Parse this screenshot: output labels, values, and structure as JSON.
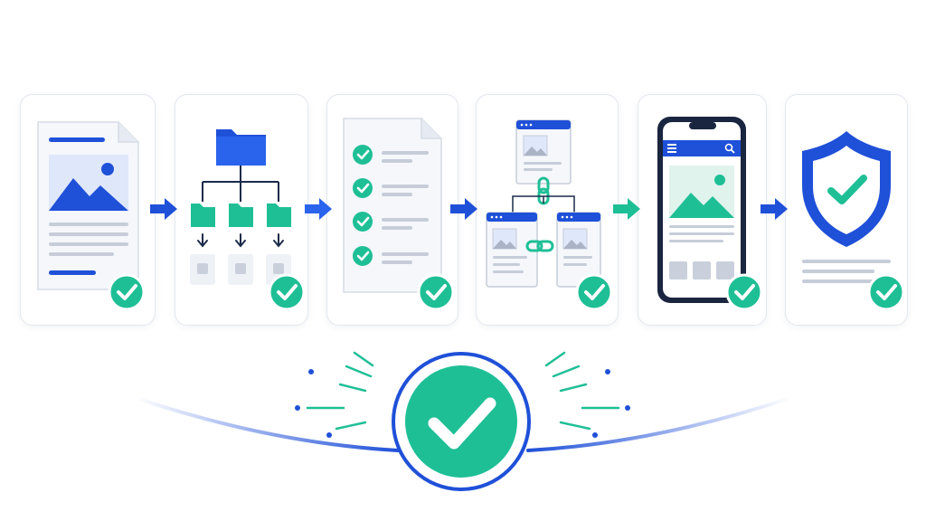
{
  "colors": {
    "brand_blue": "#1f50d8",
    "light_blue": "#dfe7fb",
    "teal": "#1fbf96",
    "gray_line": "#c6cdd9",
    "card_border": "#e3e7ef",
    "page_bg": "#ffffff"
  },
  "steps": [
    {
      "id": "document",
      "icon": "document-image-icon",
      "status": "complete",
      "status_icon": "check-badge-icon"
    },
    {
      "id": "folder-structure",
      "icon": "folder-hierarchy-icon",
      "status": "complete",
      "status_icon": "check-badge-icon"
    },
    {
      "id": "checklist",
      "icon": "checklist-document-icon",
      "status": "complete",
      "status_icon": "check-badge-icon"
    },
    {
      "id": "linked-pages",
      "icon": "linked-pages-icon",
      "status": "complete",
      "status_icon": "check-badge-icon"
    },
    {
      "id": "mobile-preview",
      "icon": "mobile-phone-icon",
      "status": "complete",
      "status_icon": "check-badge-icon"
    },
    {
      "id": "security",
      "icon": "shield-check-icon",
      "status": "complete",
      "status_icon": "check-badge-icon"
    }
  ],
  "connectors": [
    "arrow-right-icon",
    "arrow-right-icon",
    "arrow-right-icon",
    "arrow-right-icon",
    "arrow-right-icon"
  ],
  "final_status": {
    "icon": "big-check-icon",
    "status": "complete"
  }
}
